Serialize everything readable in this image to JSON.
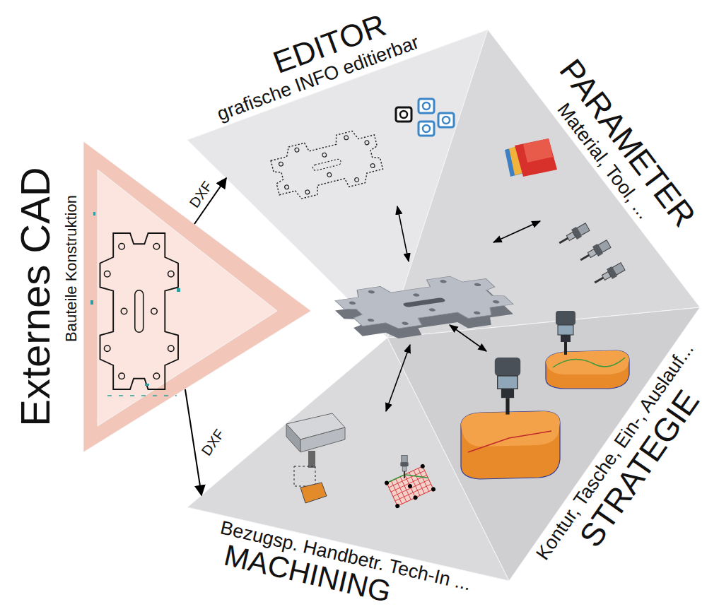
{
  "diagram": {
    "nodes": [
      {
        "text": [
          "Externes CAD",
          "Bauteile Konstruktion"
        ]
      },
      {
        "text": [
          "EDITOR",
          "grafische INFO editierbar"
        ]
      },
      {
        "text": [
          "PARAMETER",
          "Material, Tool, ..."
        ]
      },
      {
        "text": [
          "STRATEGIE",
          "Kontur, Tasche, Ein-, Auslauf..."
        ]
      },
      {
        "text": [
          "MACHINING",
          "Bezugsp. Handbetr. Tech-In ..."
        ]
      }
    ],
    "edges": [
      {
        "from": 0,
        "to": 1,
        "arrow": "to",
        "label": "DXF"
      },
      {
        "from": 0,
        "to": 4,
        "arrow": "to",
        "label": "DXF"
      }
    ]
  }
}
